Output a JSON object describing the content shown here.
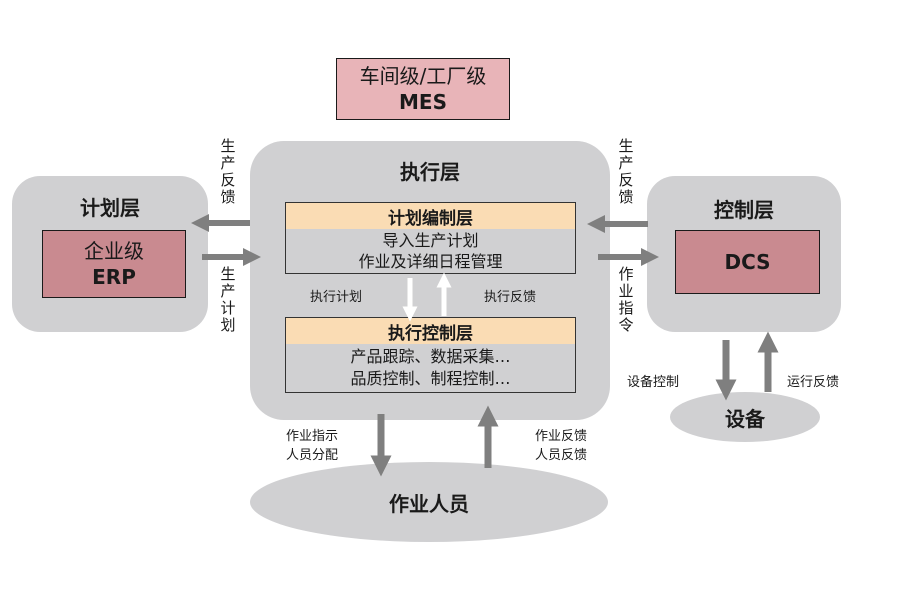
{
  "mes_box": {
    "line1": "车间级/工厂级",
    "line2": "MES"
  },
  "plan_layer": {
    "title": "计划层",
    "inner_line1": "企业级",
    "inner_line2": "ERP"
  },
  "exec_layer": {
    "title": "执行层",
    "plan_section": {
      "title": "计划编制层",
      "line1": "导入生产计划",
      "line2": "作业及详细日程管理"
    },
    "control_section": {
      "title": "执行控制层",
      "line1": "产品跟踪、数据采集…",
      "line2": "品质控制、制程控制…"
    },
    "down_label": "执行计划",
    "up_label": "执行反馈"
  },
  "control_layer": {
    "title": "控制层",
    "inner": "DCS"
  },
  "equipment": {
    "label": "设备"
  },
  "workers": {
    "label": "作业人员"
  },
  "arrow_labels": {
    "left_top": "生产反馈",
    "left_bottom": "生产计划",
    "right_top": "生产反馈",
    "right_bottom": "作业指令",
    "equip_down": "设备控制",
    "equip_up": "运行反馈",
    "workers_down_1": "作业指示",
    "workers_down_2": "人员分配",
    "workers_up_1": "作业反馈",
    "workers_up_2": "人员反馈"
  },
  "colors": {
    "grey": "#d0d0d2",
    "arrow_grey": "#7f7f7f",
    "pink": "#e8b4b8",
    "deep_pink": "#c98a90",
    "peach": "#fadcb4"
  }
}
